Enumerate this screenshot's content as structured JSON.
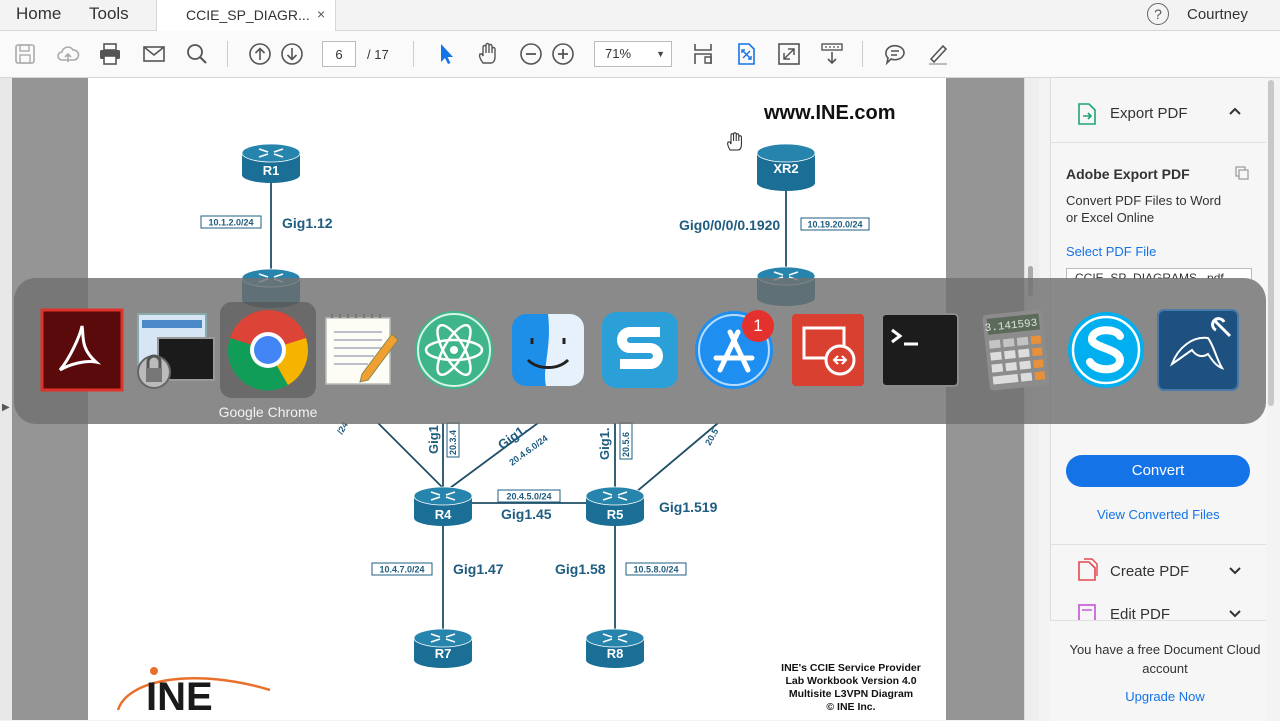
{
  "topbar": {
    "home": "Home",
    "tools": "Tools",
    "tab_title": "CCIE_SP_DIAGR...",
    "tab_close": "×",
    "help": "?",
    "user": "Courtney"
  },
  "toolbar": {
    "page_current": "6",
    "page_total": "/ 17",
    "zoom": "71%"
  },
  "diagram": {
    "watermark_url": "www.INE.com",
    "routers": [
      "R1",
      "XR2",
      "R4",
      "R5",
      "R7",
      "R8"
    ],
    "links": {
      "r1_subnet": "10.1.2.0/24",
      "r1_iface": "Gig1.12",
      "xr2_iface": "Gig0/0/0/0.1920",
      "xr2_subnet": "10.19.20.0/24",
      "r4_r5_subnet": "20.4.5.0/24",
      "r4_r5_iface": "Gig1.45",
      "r5_iface": "Gig1.519",
      "r4_r7_subnet": "10.4.7.0/24",
      "r4_r7_iface": "Gig1.47",
      "r5_r8_iface": "Gig1.58",
      "r5_r8_subnet": "10.5.8.0/24",
      "partial_label_1": "Gig1",
      "partial_label_2": "Gig1.",
      "partial_label_3": "Gig1.",
      "partial_subnet_1": "20.3.4",
      "partial_subnet_2": "20.4.6.0/24",
      "partial_subnet_3": "20.5.6",
      "partial_subnet_4": "20.5",
      "partial_subnet_5": "/24"
    },
    "footer_lines": [
      "INE's CCIE Service Provider",
      "Lab Workbook Version 4.0",
      "Multisite L3VPN Diagram",
      "© INE Inc."
    ],
    "logo_text": "INE"
  },
  "right_panel": {
    "export_title": "Export PDF",
    "adobe_export": "Adobe Export PDF",
    "description_line1": "Convert PDF Files to Word",
    "description_line2": "or Excel Online",
    "select_file": "Select PDF File",
    "file_name": "CCIE_SP_DIAGRAMS...pdf",
    "convert": "Convert",
    "view_converted": "View Converted Files",
    "create_pdf": "Create PDF",
    "edit_pdf": "Edit PDF",
    "cloud_line1": "You have a free Document Cloud",
    "cloud_line2": "account",
    "upgrade": "Upgrade Now"
  },
  "app_switcher": {
    "selected_app": "Google Chrome",
    "badge_count": "1",
    "apps": [
      "adobe-acrobat-icon",
      "keychain-access-icon",
      "google-chrome-icon",
      "textedit-icon",
      "atom-icon",
      "finder-icon",
      "snagit-icon",
      "app-store-icon",
      "remote-desktop-icon",
      "terminal-icon",
      "calculator-icon",
      "skype-icon",
      "mysql-workbench-icon"
    ],
    "calculator_display": "3.141593"
  },
  "colors": {
    "accent": "#1473e6",
    "router": "#1b6f96",
    "diagram_text": "#1f5c80"
  }
}
